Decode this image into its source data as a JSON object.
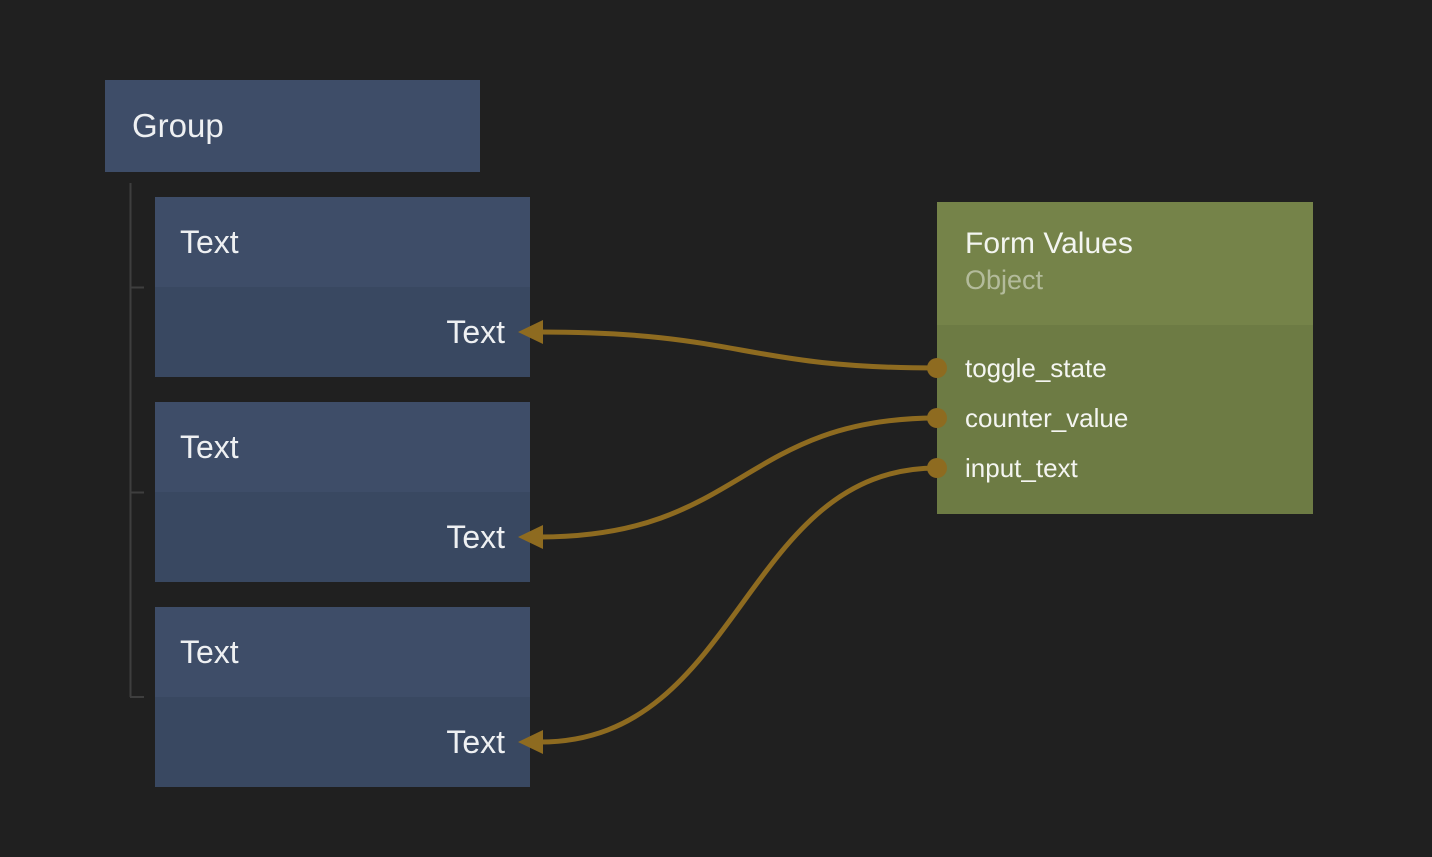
{
  "canvas": {
    "background": "#202020"
  },
  "colors": {
    "node_blue_header": "#3e4d68",
    "node_blue_body": "#394861",
    "form_node_header": "#758349",
    "form_node_body": "#6d7b44",
    "wire": "#8e6b20",
    "port": "#8e6b20",
    "tree_guide": "#3e3e3e",
    "label_text": "#eef0f2",
    "subtitle_text": "rgba(255,255,255,0.45)"
  },
  "group_node": {
    "title": "Group"
  },
  "text_nodes": [
    {
      "title": "Text",
      "input_port_label": "Text"
    },
    {
      "title": "Text",
      "input_port_label": "Text"
    },
    {
      "title": "Text",
      "input_port_label": "Text"
    }
  ],
  "form_values_node": {
    "title": "Form Values",
    "subtitle": "Object",
    "output_ports": [
      "toggle_state",
      "counter_value",
      "input_text"
    ]
  },
  "connections": [
    {
      "from": "toggle_state",
      "to": "text-node-1 Text input"
    },
    {
      "from": "counter_value",
      "to": "text-node-2 Text input"
    },
    {
      "from": "input_text",
      "to": "text-node-3 Text input"
    }
  ]
}
